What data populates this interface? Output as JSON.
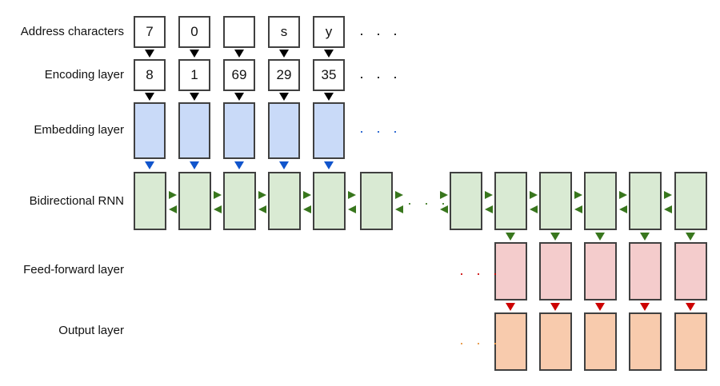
{
  "labels": {
    "address": "Address characters",
    "encoding": "Encoding layer",
    "embedding": "Embedding layer",
    "rnn": "Bidirectional RNN",
    "feedforward": "Feed-forward layer",
    "output": "Output layer"
  },
  "address_characters": [
    "7",
    "0",
    " ",
    "s",
    "y"
  ],
  "encodings": [
    "8",
    "1",
    "69",
    "29",
    "35"
  ],
  "ellipsis": "· · ·",
  "colors": {
    "embedding": "#c9daf8",
    "embedding_arrow": "#1155cc",
    "rnn": "#d9ead3",
    "rnn_arrow": "#38761d",
    "feedforward": "#f4cccc",
    "feedforward_arrow": "#cc0000",
    "output": "#f8cbad",
    "output_dots": "#e69138",
    "border": "#404040"
  }
}
